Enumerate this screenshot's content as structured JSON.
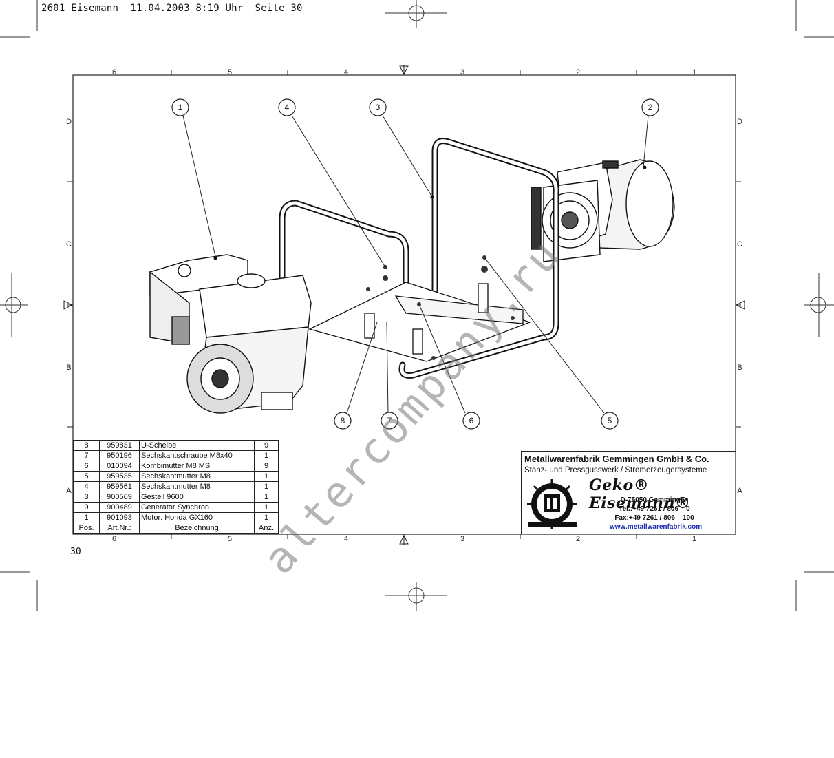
{
  "header": {
    "text": "2601 Eisemann  11.04.2003 8:19 Uhr  Seite 30"
  },
  "page_number": "30",
  "frame": {
    "col_labels": [
      "6",
      "5",
      "4",
      "3",
      "2",
      "1"
    ],
    "row_labels": [
      "D",
      "C",
      "B",
      "A"
    ]
  },
  "callouts": [
    "1",
    "2",
    "3",
    "4",
    "5",
    "6",
    "7",
    "8"
  ],
  "parts_table": {
    "rows": [
      {
        "pos": "8",
        "art": "959831",
        "desc": "U-Scheibe",
        "anz": "9"
      },
      {
        "pos": "7",
        "art": "950196",
        "desc": "Sechskantschraube M8x40",
        "anz": "1"
      },
      {
        "pos": "6",
        "art": "010094",
        "desc": "Kombimutter M8 MS",
        "anz": "9"
      },
      {
        "pos": "5",
        "art": "959535",
        "desc": "Sechskantmutter M8",
        "anz": "1"
      },
      {
        "pos": "4",
        "art": "959561",
        "desc": "Sechskantmutter M8",
        "anz": "1"
      },
      {
        "pos": "3",
        "art": "900569",
        "desc": "Gestell 9600",
        "anz": "1"
      },
      {
        "pos": "9",
        "art": "900489",
        "desc": "Generator Synchron",
        "anz": "1"
      },
      {
        "pos": "1",
        "art": "901093",
        "desc": "Motor: Honda GX160",
        "anz": "1"
      }
    ],
    "header": {
      "pos": "Pos.",
      "art": "Art.Nr.:",
      "desc": "Bezeichnung",
      "anz": "Anz."
    }
  },
  "company": {
    "name": "Metallwarenfabrik Gemmingen GmbH & Co.",
    "subtitle": "Stanz- und Pressgusswerk  /  Stromerzeugersysteme",
    "brand": "Geko® Eisemann®",
    "address": "D-75050 Gemmingen",
    "tel": "Tel.:+49 7261 / 806 – 0",
    "fax": "Fax:+49 7261 / 806 – 100",
    "web": "www.metallwarenfabrik.com"
  },
  "watermark": "altercompany.ru"
}
